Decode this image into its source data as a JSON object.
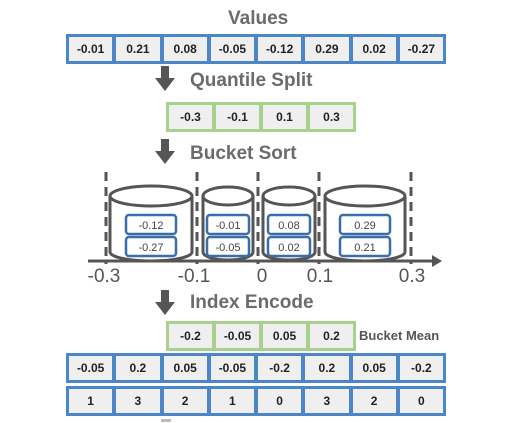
{
  "titles": {
    "values": "Values",
    "quantile_split": "Quantile Split",
    "bucket_sort": "Bucket Sort",
    "index_encode": "Index Encode"
  },
  "values": [
    "-0.01",
    "0.21",
    "0.08",
    "-0.05",
    "-0.12",
    "0.29",
    "0.02",
    "-0.27"
  ],
  "quantiles": [
    "-0.3",
    "-0.1",
    "0.1",
    "0.3"
  ],
  "buckets": [
    {
      "items": [
        "-0.12",
        "-0.27"
      ]
    },
    {
      "items": [
        "-0.01",
        "-0.05"
      ]
    },
    {
      "items": [
        "0.08",
        "0.02"
      ]
    },
    {
      "items": [
        "0.29",
        "0.21"
      ]
    }
  ],
  "axis_ticks": [
    "-0.3",
    "-0.1",
    "0",
    "0.1",
    "0.3"
  ],
  "bucket_means": [
    "-0.2",
    "-0.05",
    "0.05",
    "0.2"
  ],
  "bucket_mean_label": "Bucket Mean",
  "decoded_values": [
    "-0.05",
    "0.2",
    "0.05",
    "-0.05",
    "-0.2",
    "0.2",
    "0.05",
    "-0.2"
  ],
  "indices": [
    "1",
    "3",
    "2",
    "1",
    "0",
    "3",
    "2",
    "0"
  ],
  "colors": {
    "blue": "#4a86c8",
    "green": "#a9d18e",
    "cell": "#efefef",
    "heading": "#6b6b6b",
    "arrow": "#555555",
    "bucket_box": "#3a6ea8"
  }
}
